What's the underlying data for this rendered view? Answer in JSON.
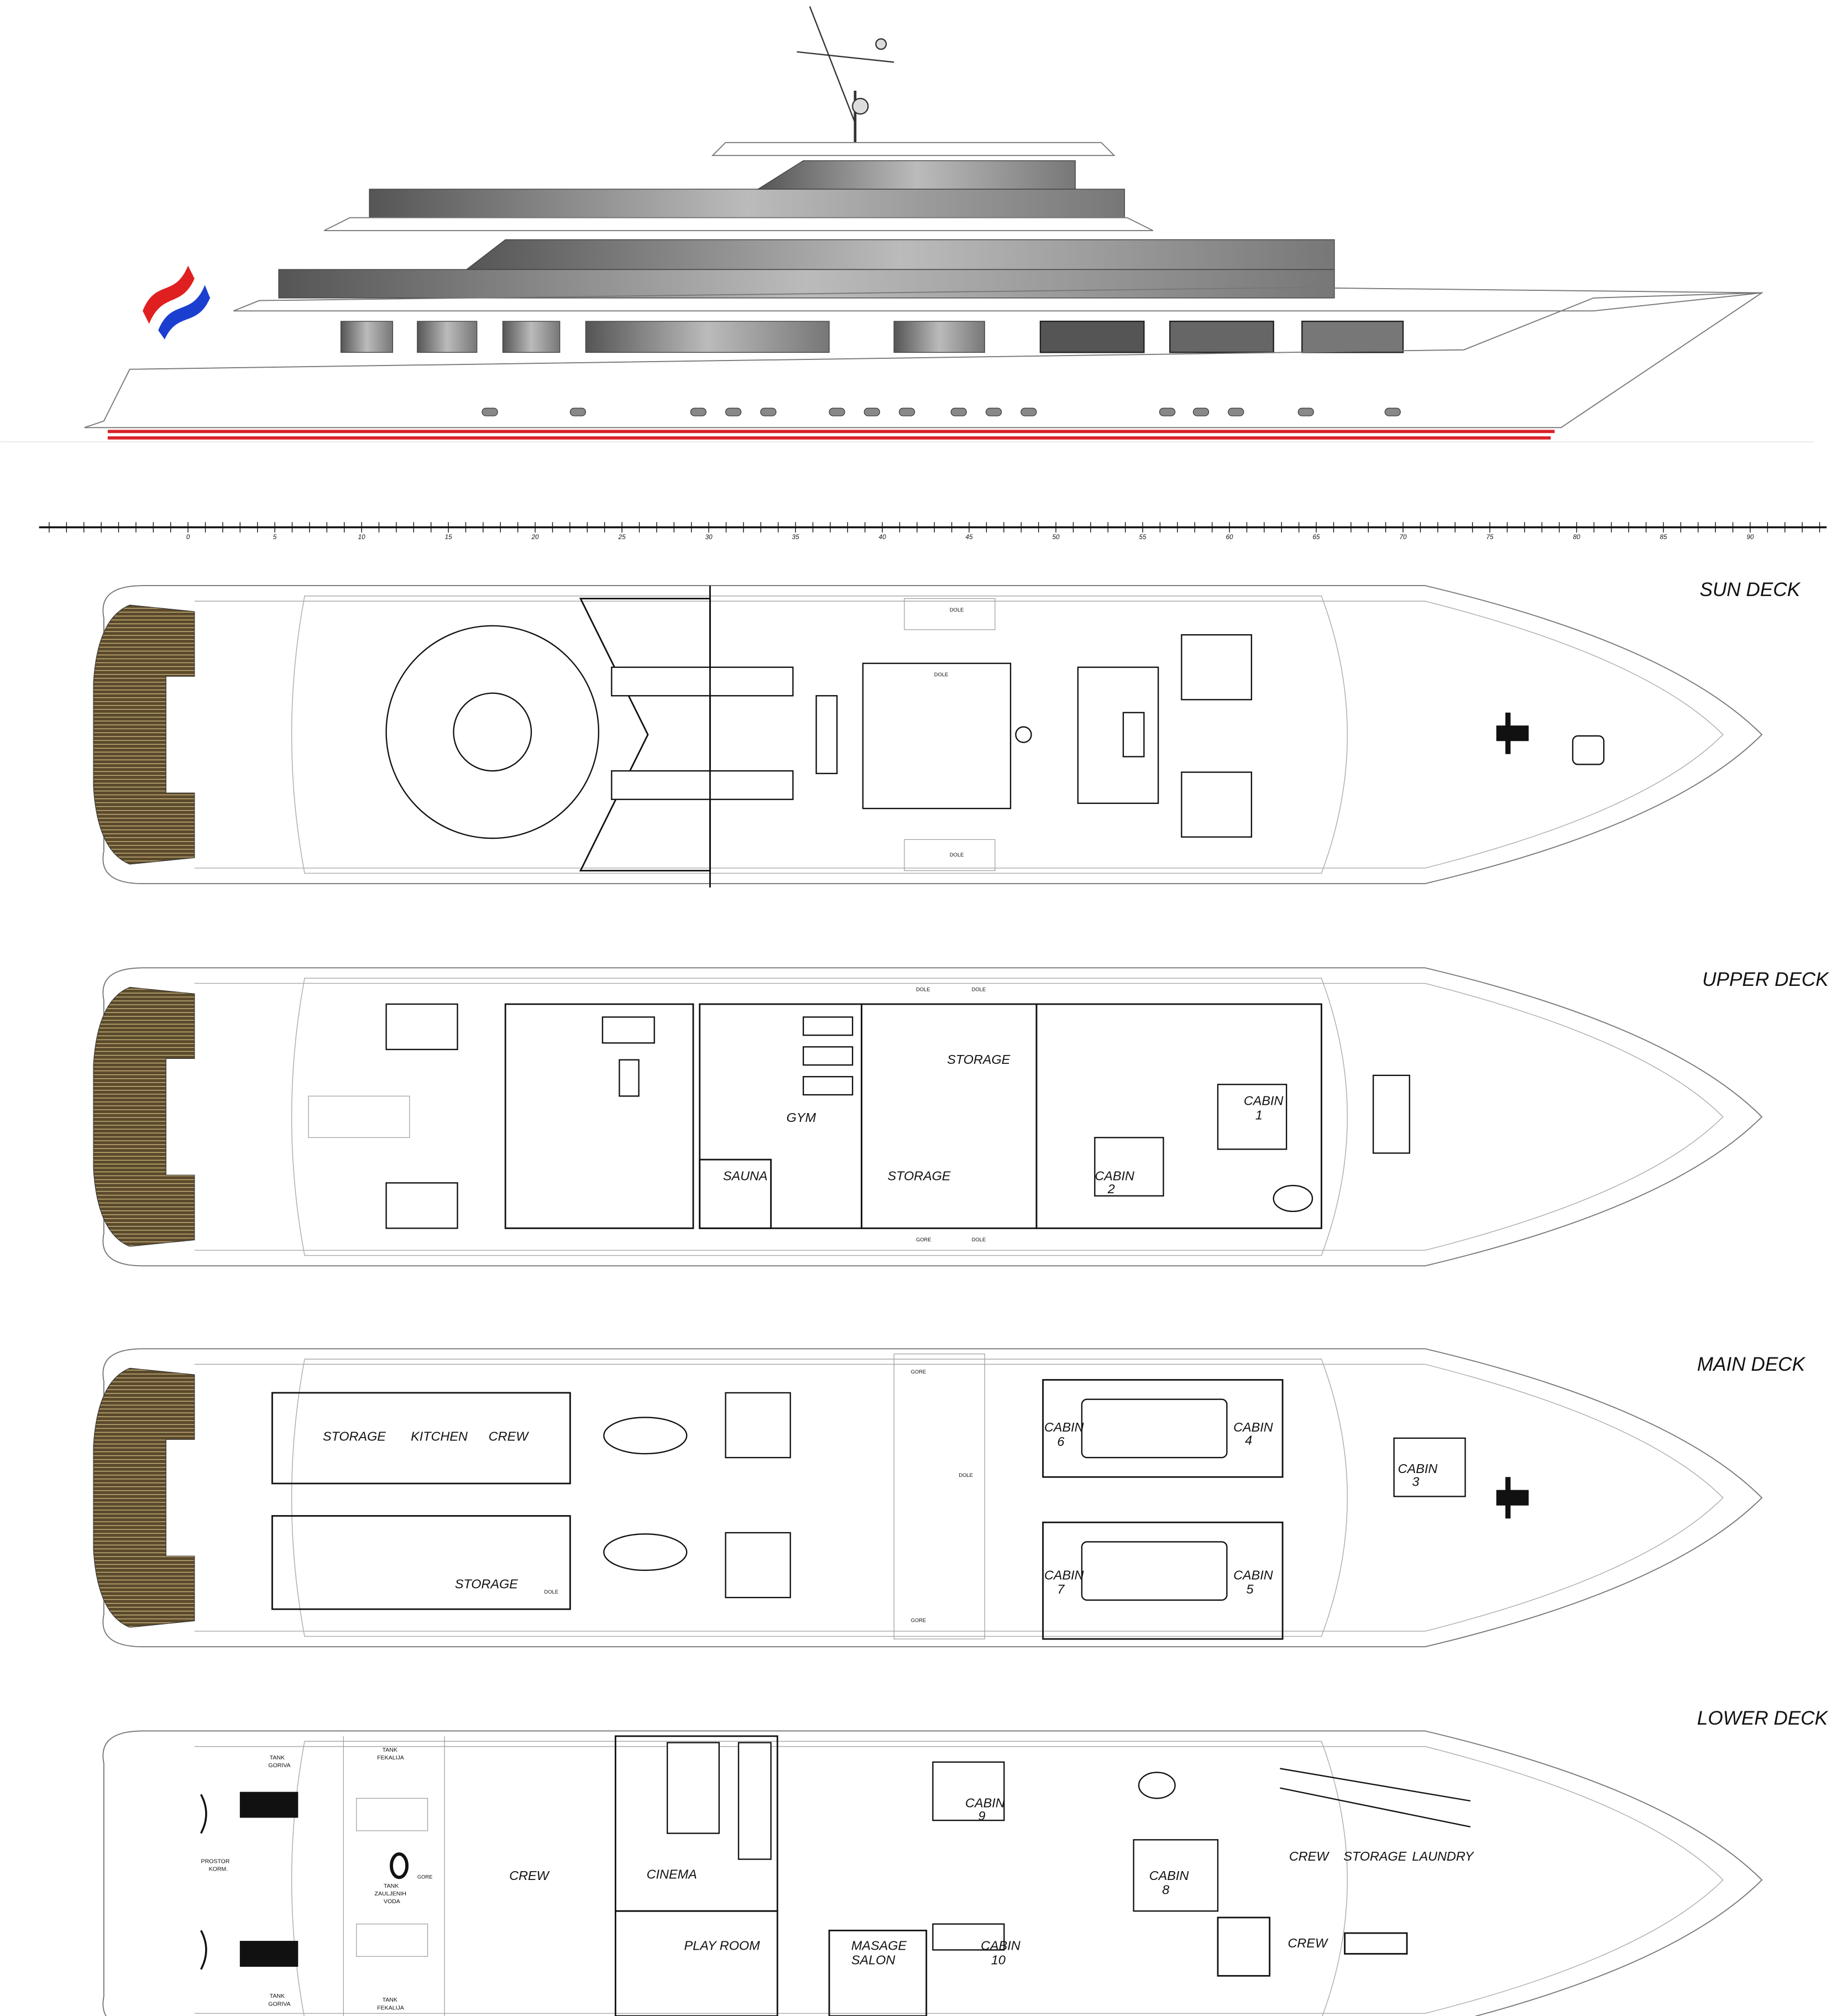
{
  "colors": {
    "waterline_red": "#d9232a",
    "flag_red": "#e02020",
    "flag_blue": "#1a3fd0",
    "teak": "#5b4a2c"
  },
  "ruler": {
    "ticks": [
      "0",
      "5",
      "10",
      "15",
      "20",
      "25",
      "30",
      "35",
      "40",
      "45",
      "50",
      "55",
      "60",
      "65",
      "70",
      "75",
      "80",
      "85",
      "90"
    ]
  },
  "sun_deck": {
    "title": "SUN DECK",
    "stairs": [
      "DOLE",
      "DOLE",
      "DOLE"
    ]
  },
  "upper_deck": {
    "title": "UPPER DECK",
    "rooms": {
      "storage_1": "STORAGE",
      "gym": "GYM",
      "sauna": "SAUNA",
      "storage_2": "STORAGE",
      "cabin_1": [
        "CABIN",
        "1"
      ],
      "cabin_2": [
        "CABIN",
        "2"
      ]
    },
    "stairs": [
      "DOLE",
      "DOLE",
      "GORE",
      "DOLE"
    ]
  },
  "main_deck": {
    "title": "MAIN DECK",
    "rooms": {
      "storage_1": "STORAGE",
      "kitchen": "KITCHEN",
      "crew": "CREW",
      "storage_2": "STORAGE",
      "cabin_6": [
        "CABIN",
        "6"
      ],
      "cabin_4": [
        "CABIN",
        "4"
      ],
      "cabin_3": [
        "CABIN",
        "3"
      ],
      "cabin_7": [
        "CABIN",
        "7"
      ],
      "cabin_5": [
        "CABIN",
        "5"
      ]
    },
    "stairs": [
      "GORE",
      "DOLE",
      "GORE",
      "DOLE"
    ]
  },
  "lower_deck": {
    "title": "LOWER DECK",
    "rooms": {
      "crew_1": "CREW",
      "cinema": "CINEMA",
      "play_room": "PLAY ROOM",
      "masage_salon": [
        "MASAGE",
        "SALON"
      ],
      "cabin_9": [
        "CABIN",
        "9"
      ],
      "cabin_10": [
        "CABIN",
        "10"
      ],
      "cabin_8": [
        "CABIN",
        "8"
      ],
      "crew_2": "CREW",
      "storage": "STORAGE",
      "laundry": "LAUNDRY",
      "crew_3": "CREW"
    },
    "tanks": {
      "goriva_top": [
        "TANK",
        "GORIVA"
      ],
      "fekalija_top": [
        "TANK",
        "FEKALIJA"
      ],
      "prostor": [
        "PROSTOR",
        "KORM."
      ],
      "zauljenih": [
        "TANK",
        "ZAULJENIH",
        "VODA"
      ],
      "goriva_bottom": [
        "TANK",
        "GORIVA"
      ],
      "fekalija_bottom": [
        "TANK",
        "FEKALIJA"
      ]
    },
    "stairs": [
      "GORE"
    ]
  }
}
